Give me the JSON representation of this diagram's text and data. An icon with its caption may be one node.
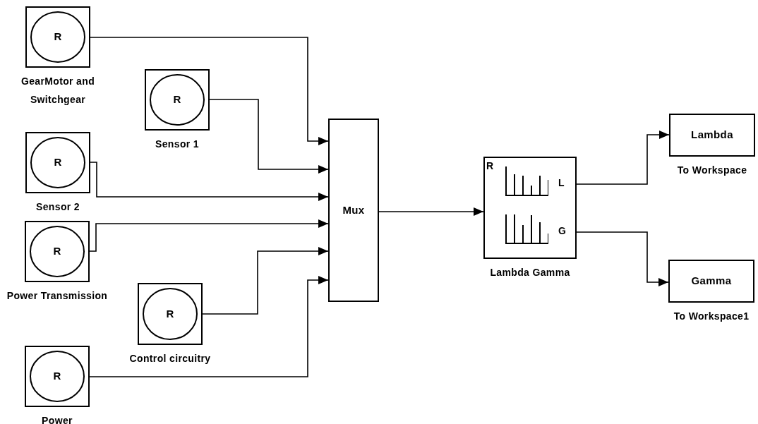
{
  "diagram": {
    "nodes": [
      {
        "text": [
          "R"
        ],
        "beside": [
          "GearMotor and Switchgear"
        ]
      },
      {
        "text": [
          "R"
        ],
        "beside": [
          "Sensor 1"
        ]
      },
      {
        "text": [
          "R"
        ],
        "beside": [
          "Sensor 2"
        ]
      },
      {
        "text": [
          "R"
        ],
        "beside": [
          "Power Transmission"
        ]
      },
      {
        "text": [
          "R"
        ],
        "beside": [
          "Control circuitry"
        ]
      },
      {
        "text": [
          "R"
        ],
        "beside": [
          "Power"
        ]
      },
      {
        "text": [
          "Mux"
        ]
      },
      {
        "text": [
          "R",
          "L",
          "G"
        ],
        "beside": [
          "Lambda Gamma"
        ]
      },
      {
        "text": [
          "Lambda"
        ],
        "beside": [
          "To Workspace"
        ]
      },
      {
        "text": [
          "Gamma"
        ],
        "beside": [
          "To Workspace1"
        ]
      }
    ],
    "edges": [
      {
        "from": 0,
        "to": 6,
        "arrow": "to"
      },
      {
        "from": 1,
        "to": 6,
        "arrow": "to"
      },
      {
        "from": 2,
        "to": 6,
        "arrow": "to"
      },
      {
        "from": 3,
        "to": 6,
        "arrow": "to"
      },
      {
        "from": 4,
        "to": 6,
        "arrow": "to"
      },
      {
        "from": 5,
        "to": 6,
        "arrow": "to"
      },
      {
        "from": 6,
        "to": 7,
        "arrow": "to"
      },
      {
        "from": 7,
        "to": 8,
        "arrow": "to"
      },
      {
        "from": 7,
        "to": 9,
        "arrow": "to"
      }
    ]
  }
}
